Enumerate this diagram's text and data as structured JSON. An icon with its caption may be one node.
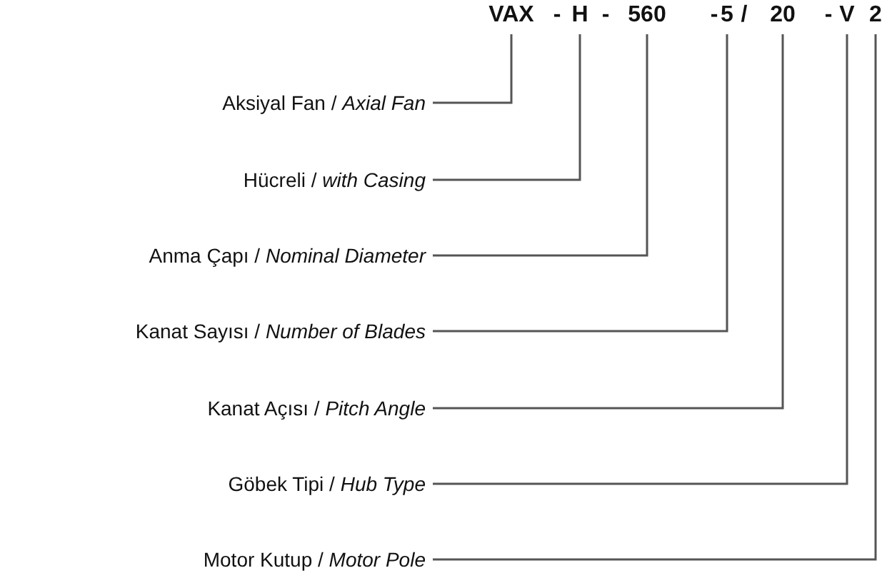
{
  "diagram": {
    "nodes": [
      {
        "text": [
          "VAX"
        ]
      },
      {
        "text": [
          "H"
        ]
      },
      {
        "text": [
          "560"
        ]
      },
      {
        "text": [
          "5"
        ]
      },
      {
        "text": [
          "20"
        ]
      },
      {
        "text": [
          "V"
        ]
      },
      {
        "text": [
          "2"
        ]
      },
      {
        "text": [
          "Aksiyal Fan / *Axial Fan*"
        ]
      },
      {
        "text": [
          "Hücreli / *with Casing*"
        ]
      },
      {
        "text": [
          "Anma Çapı / *Nominal Diameter*"
        ]
      },
      {
        "text": [
          "Kanat Sayısı / *Number of Blades*"
        ]
      },
      {
        "text": [
          "Kanat Açısı / *Pitch Angle*"
        ]
      },
      {
        "text": [
          "Göbek Tipi / *Hub Type*"
        ]
      },
      {
        "text": [
          "Motor Kutup / *Motor Pole*"
        ]
      }
    ],
    "edges": [
      {
        "from": 7,
        "to": 0,
        "arrow": "none"
      },
      {
        "from": 8,
        "to": 1,
        "arrow": "none"
      },
      {
        "from": 9,
        "to": 2,
        "arrow": "none"
      },
      {
        "from": 10,
        "to": 3,
        "arrow": "none"
      },
      {
        "from": 11,
        "to": 4,
        "arrow": "none"
      },
      {
        "from": 12,
        "to": 5,
        "arrow": "none"
      },
      {
        "from": 13,
        "to": 6,
        "arrow": "none"
      }
    ],
    "labels": [
      "-",
      "-",
      "-",
      "/",
      "-"
    ]
  }
}
